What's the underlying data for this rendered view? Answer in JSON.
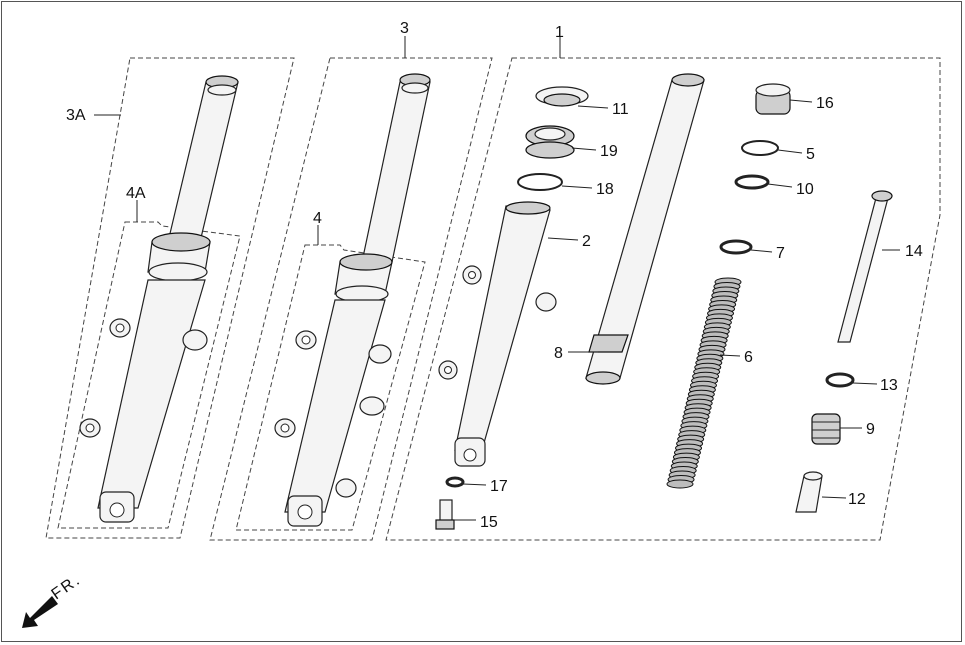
{
  "diagram": {
    "labels": {
      "l1": "1",
      "l2": "2",
      "l3": "3",
      "l3a": "3A",
      "l4": "4",
      "l4a": "4A",
      "l5": "5",
      "l6": "6",
      "l7": "7",
      "l8": "8",
      "l9": "9",
      "l10": "10",
      "l11": "11",
      "l12": "12",
      "l13": "13",
      "l14": "14",
      "l15": "15",
      "l16": "16",
      "l17": "17",
      "l18": "18",
      "l19": "19"
    },
    "direction": "FR.",
    "colors": {
      "line": "#222222",
      "background": "#ffffff"
    },
    "icons": [
      "front-direction-arrow-icon"
    ]
  }
}
